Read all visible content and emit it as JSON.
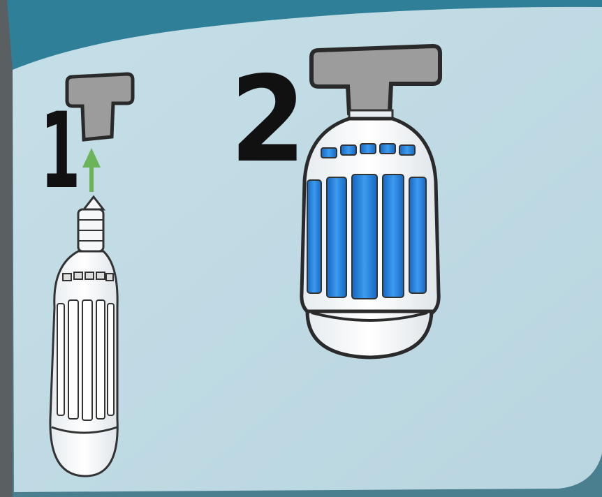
{
  "steps": [
    {
      "number": "1",
      "bulb_state": "outline",
      "arrow": "up"
    },
    {
      "number": "2",
      "bulb_state": "lit-blue"
    }
  ],
  "colors": {
    "panel": "#c3dde6",
    "top_band": "#2f7f98",
    "socket": "#9a9a9a",
    "arrow": "#6bb45a",
    "bulb_body": "#f5f7f8",
    "blue_light": "#1a7fd8",
    "numeral": "#111111"
  },
  "icons": [
    "socket-icon",
    "bulb-icon",
    "arrow-up-icon"
  ]
}
